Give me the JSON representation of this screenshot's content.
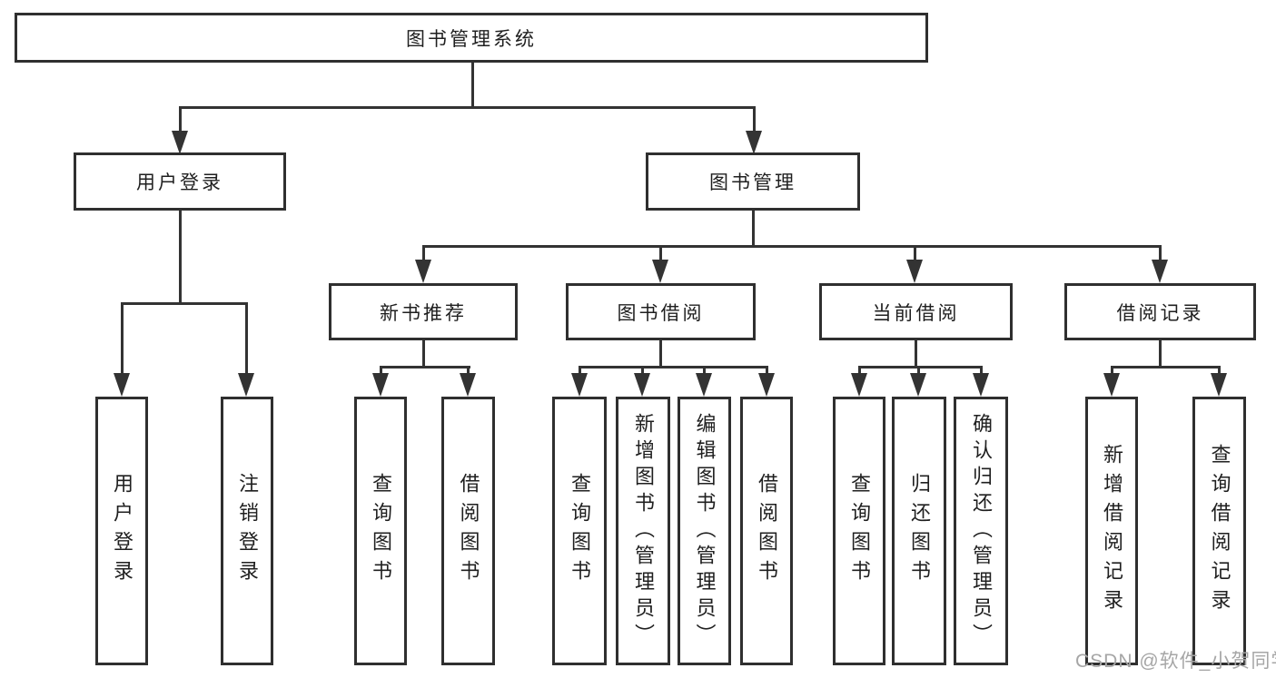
{
  "tree": {
    "label": "图书管理系统",
    "children": [
      {
        "label": "用户登录",
        "children": [
          {
            "label": "用户登录"
          },
          {
            "label": "注销登录"
          }
        ]
      },
      {
        "label": "图书管理",
        "children": [
          {
            "label": "新书推荐",
            "children": [
              {
                "label": "查询图书"
              },
              {
                "label": "借阅图书"
              }
            ]
          },
          {
            "label": "图书借阅",
            "children": [
              {
                "label": "查询图书"
              },
              {
                "label": "新增图书（管理员）"
              },
              {
                "label": "编辑图书（管理员）"
              },
              {
                "label": "借阅图书"
              }
            ]
          },
          {
            "label": "当前借阅",
            "children": [
              {
                "label": "查询图书"
              },
              {
                "label": "归还图书"
              },
              {
                "label": "确认归还（管理员）"
              }
            ]
          },
          {
            "label": "借阅记录",
            "children": [
              {
                "label": "新增借阅记录"
              },
              {
                "label": "查询借阅记录"
              }
            ]
          }
        ]
      }
    ]
  },
  "watermark": {
    "text": "CSDN @软件_小贺同学"
  },
  "colors": {
    "line": "#333333",
    "border": "#2f2f2f",
    "text": "#1f1f1f",
    "watermark": "#a6a6a6",
    "background": "#ffffff"
  }
}
